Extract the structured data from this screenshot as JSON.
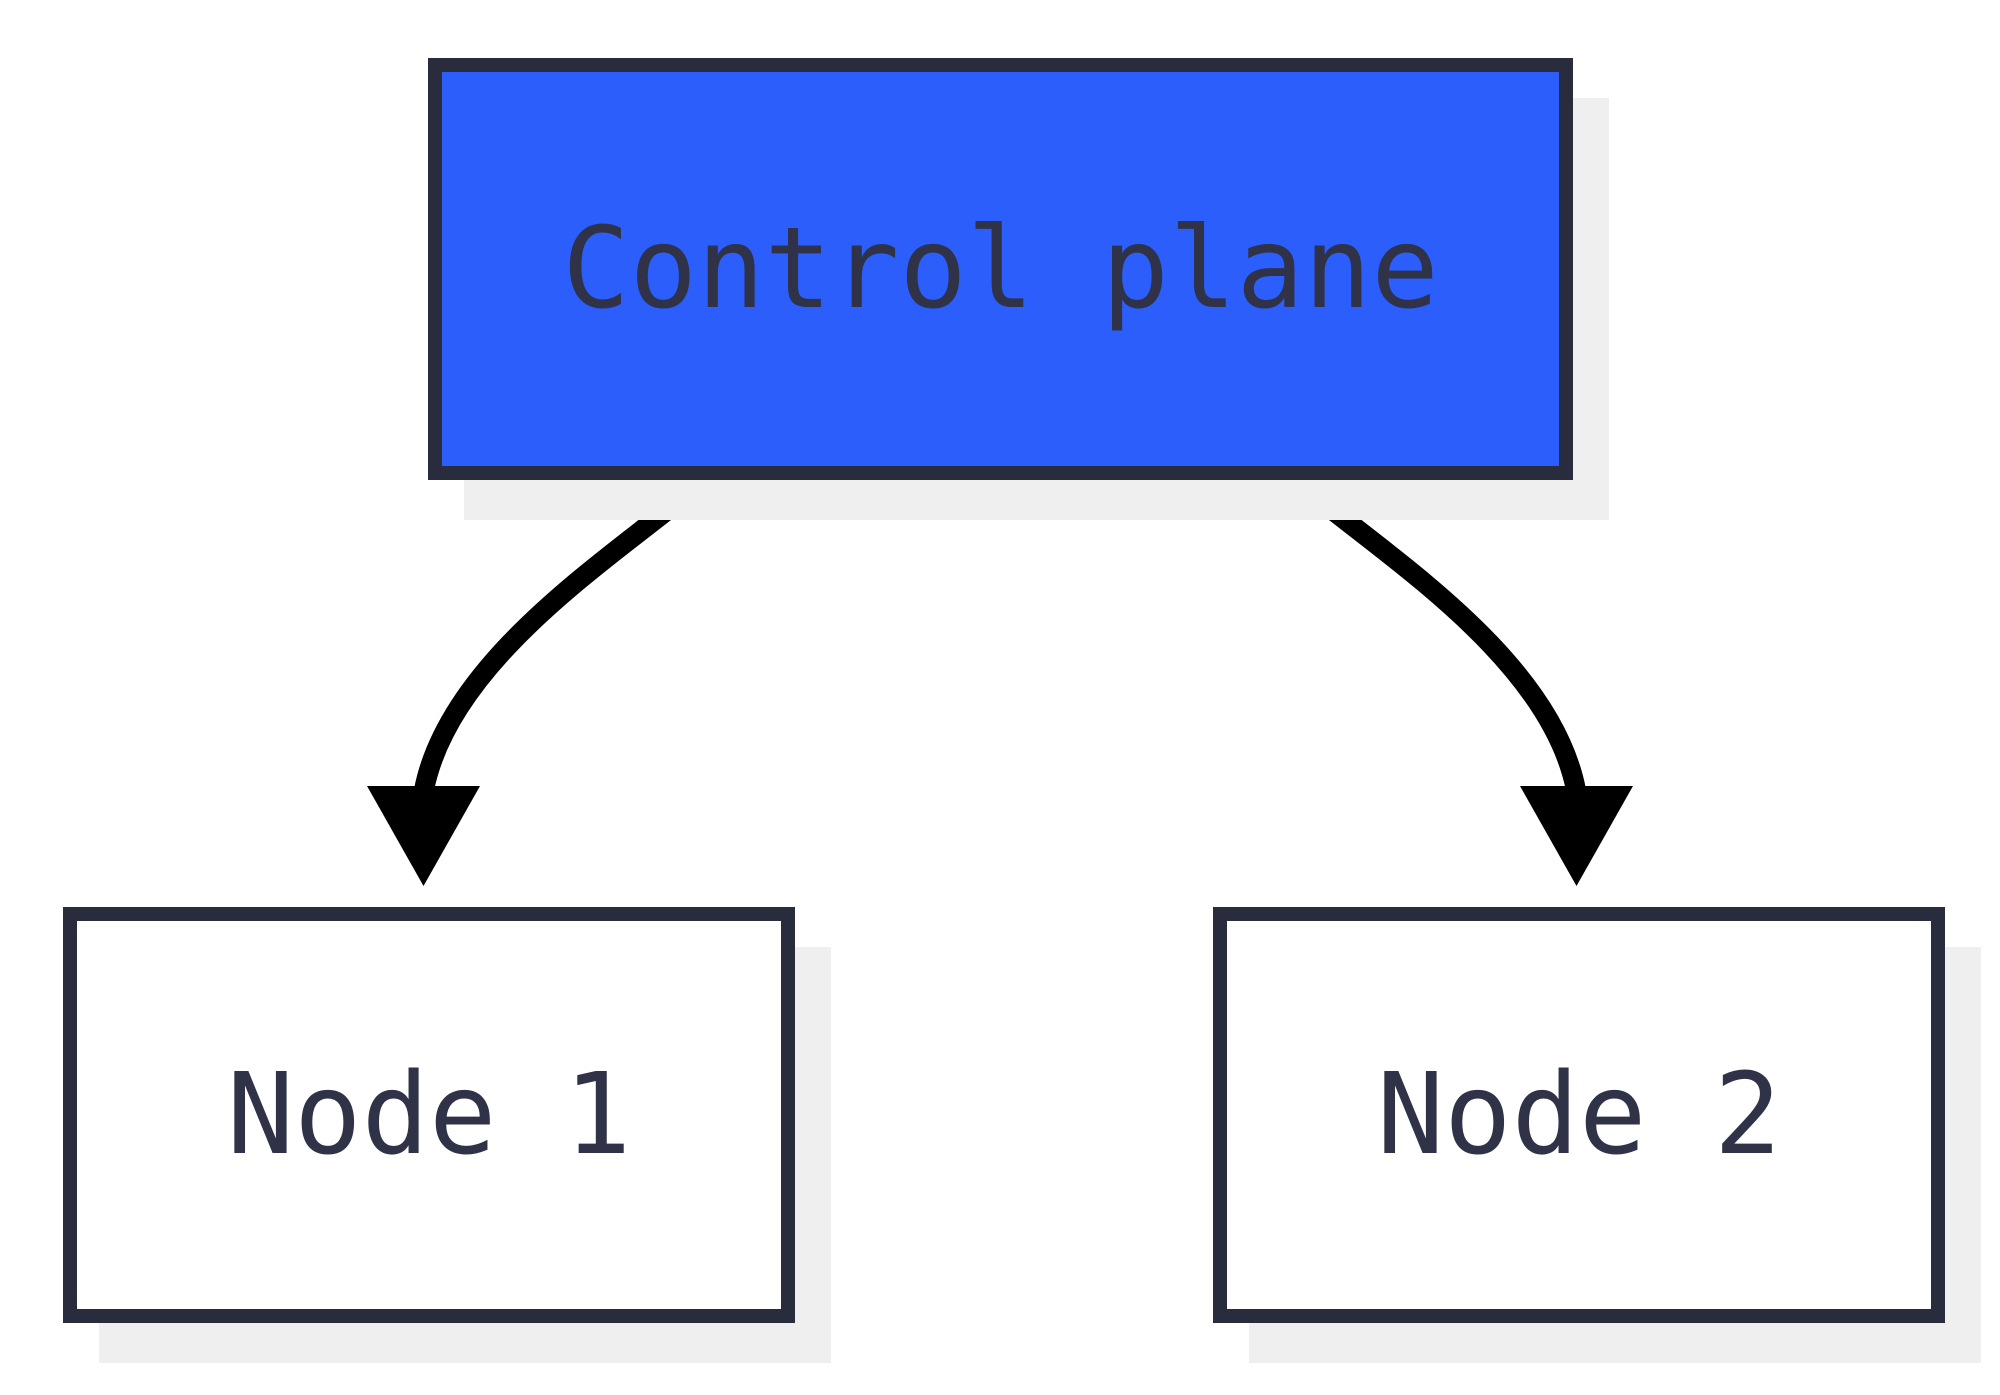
{
  "diagram": {
    "type": "flowchart",
    "description": "Control plane connected to two worker nodes"
  },
  "nodes": {
    "control_plane": {
      "label": "Control plane"
    },
    "node1": {
      "label": "Node 1"
    },
    "node2": {
      "label": "Node 2"
    }
  },
  "edges": [
    {
      "from": "control_plane",
      "to": "node1",
      "style": "curved-arrow"
    },
    {
      "from": "control_plane",
      "to": "node2",
      "style": "curved-arrow"
    }
  ],
  "colors": {
    "accent-blue": "#2B5EFB",
    "border-navy": "#292C3D",
    "text-navy": "#303248",
    "shadow-gray": "#EFEFEF",
    "arrow-black": "#000000",
    "node-fill": "#FFFFFF",
    "background": "#FFFFFF"
  }
}
